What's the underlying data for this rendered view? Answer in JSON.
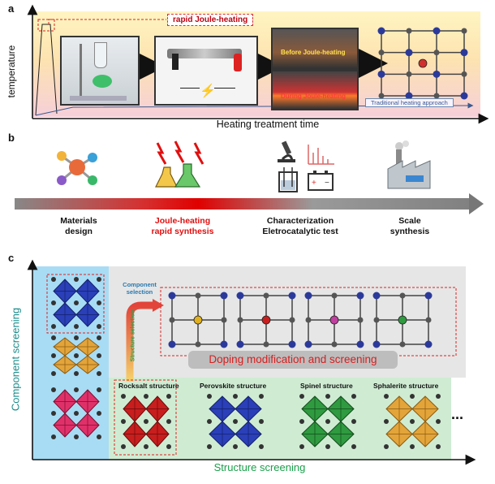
{
  "panel_a": {
    "letter": "a",
    "y_axis_label": "temperature",
    "x_axis_label": "Heating treatment time",
    "rapid_label": "rapid Joule-heating",
    "before_label": "Before Joule-heating",
    "during_label": "During Joule-heating",
    "traditional_label": "Traditional heating approach"
  },
  "panel_b": {
    "letter": "b",
    "steps": [
      {
        "line1": "Materials",
        "line2": "design",
        "color": "#111111"
      },
      {
        "line1": "Joule-heating",
        "line2": "rapid synthesis",
        "color": "#e01010"
      },
      {
        "line1": "Characterization",
        "line2": "Eletrocatalytic test",
        "color": "#111111"
      },
      {
        "line1": "Scale",
        "line2": "synthesis",
        "color": "#111111"
      }
    ]
  },
  "panel_c": {
    "letter": "c",
    "y_axis_label": "Component screening",
    "x_axis_label": "Structure screening",
    "component_selection": "Component selection",
    "structure_selection": "Structure selection",
    "doping_label": "Doping modification and screening",
    "structures": [
      "Rocksalt structure",
      "Perovskite structure",
      "Spinel structure",
      "Sphalerite structure"
    ],
    "ellipsis": "...",
    "colors": {
      "blue": "#2a3fb8",
      "orange": "#e3a43a",
      "pink": "#e0306a",
      "red": "#c81e1e",
      "green": "#2f9a40"
    }
  }
}
